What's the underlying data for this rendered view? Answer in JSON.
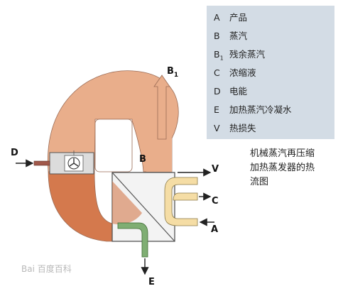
{
  "legend": {
    "items": [
      {
        "key": "A",
        "sub": "",
        "text": "产品"
      },
      {
        "key": "B",
        "sub": "",
        "text": "蒸汽"
      },
      {
        "key": "B",
        "sub": "1",
        "text": "残余蒸汽"
      },
      {
        "key": "C",
        "sub": "",
        "text": "浓缩液"
      },
      {
        "key": "D",
        "sub": "",
        "text": "电能"
      },
      {
        "key": "E",
        "sub": "",
        "text": "加热蒸汽冷凝水"
      },
      {
        "key": "V",
        "sub": "",
        "text": "热损失"
      }
    ]
  },
  "caption": {
    "lines": [
      "机械蒸汽再压缩",
      "加热蒸发器的热",
      "流图"
    ]
  },
  "diagram_labels": {
    "A": "A",
    "B": "B",
    "B1": "B",
    "B1_sub": "1",
    "C": "C",
    "D": "D",
    "E": "E",
    "V": "V"
  },
  "watermark": "Bai 百度百科",
  "colors": {
    "steam_light": "#e9ae8b",
    "steam_dark": "#d4794d",
    "product_yellow": "#f5dda5",
    "condensate_green": "#7fae73",
    "vessel_gray": "#dcdcdc",
    "legend_bg": "#d3dce5"
  }
}
